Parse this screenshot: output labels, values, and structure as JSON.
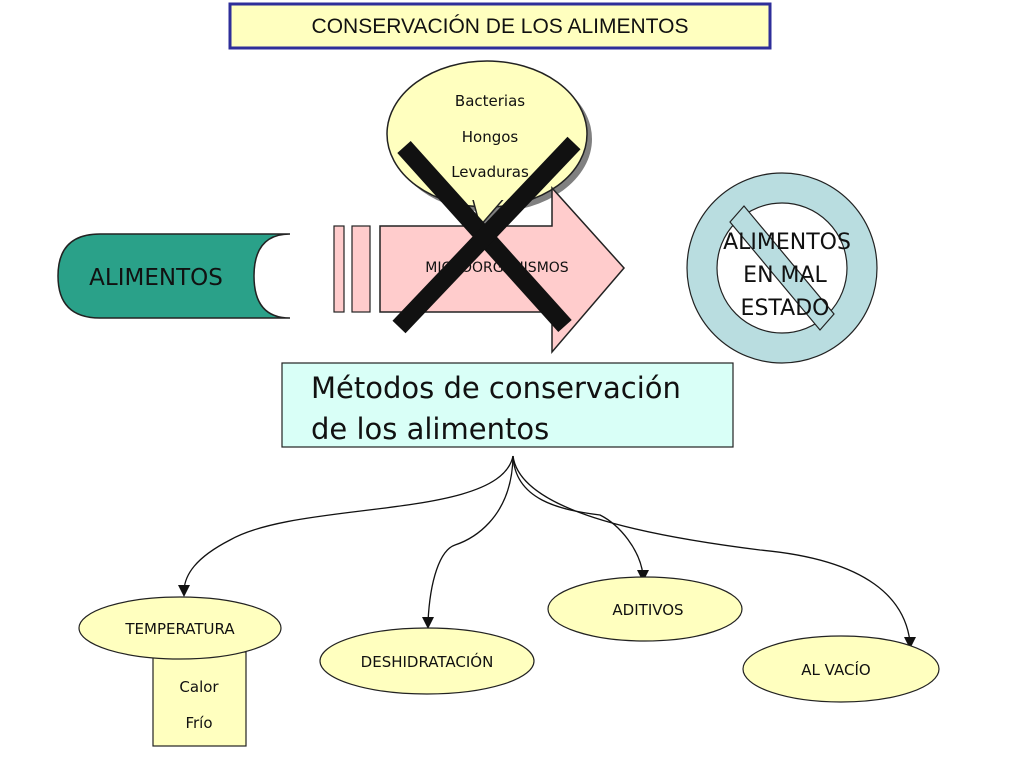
{
  "title": "CONSERVACIÓN DE LOS ALIMENTOS",
  "microbes_bubble": {
    "items": [
      "Bacterias",
      "Hongos",
      "Levaduras"
    ]
  },
  "alimentos_label": "ALIMENTOS",
  "microorganismos_label": "MICROORGANISMOS",
  "spoiled_label": {
    "line1": "ALIMENTOS",
    "line2": "EN MAL",
    "line3": "ESTADO"
  },
  "methods_box": {
    "line1": "Métodos de conservación",
    "line2": "de los alimentos"
  },
  "methods": {
    "temperatura": "TEMPERATURA",
    "deshidratacion": "DESHIDRATACIÓN",
    "aditivos": "ADITIVOS",
    "al_vacio": "AL VACÍO"
  },
  "temperature_types": [
    "Calor",
    "Frío"
  ],
  "colors": {
    "title_border": "#2e2e9a",
    "title_fill": "#ffffbf",
    "bubble_fill": "#ffffbf",
    "alimentos_fill": "#2aa189",
    "arrow_fill": "#ffcccc",
    "no_sign": "#b9dde0",
    "methods_fill": "#d9fff7",
    "ellipse_fill": "#ffffbf"
  }
}
